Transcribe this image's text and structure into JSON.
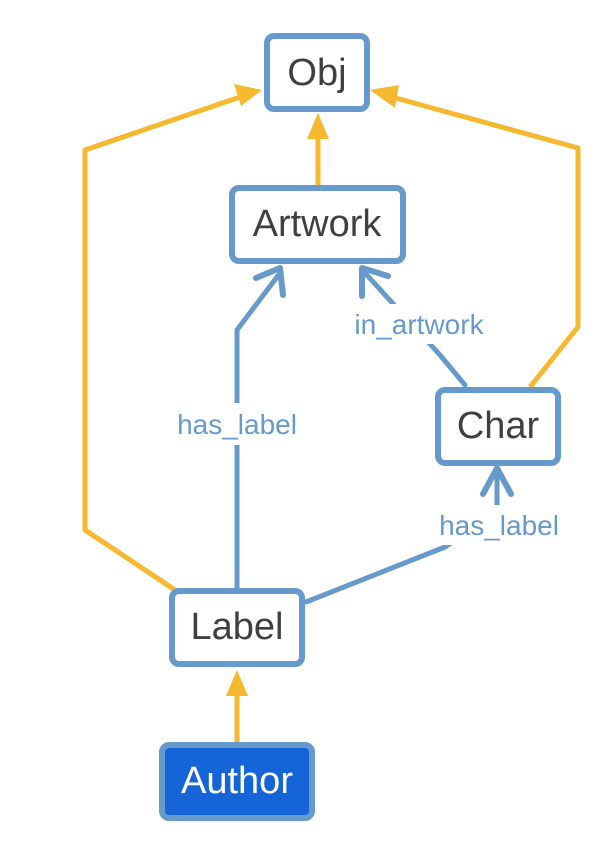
{
  "colors": {
    "inheritance_edge": "#f5b82e",
    "relation_edge": "#6699cc",
    "node_border": "#6699cc",
    "selected_fill": "#1565d8",
    "text": "#404040"
  },
  "nodes": {
    "obj": "Obj",
    "artwork": "Artwork",
    "char": "Char",
    "label": "Label",
    "author": "Author"
  },
  "edges": {
    "label_artwork": "has_label",
    "char_artwork": "in_artwork",
    "label_char": "has_label"
  },
  "selected_node": "Author"
}
